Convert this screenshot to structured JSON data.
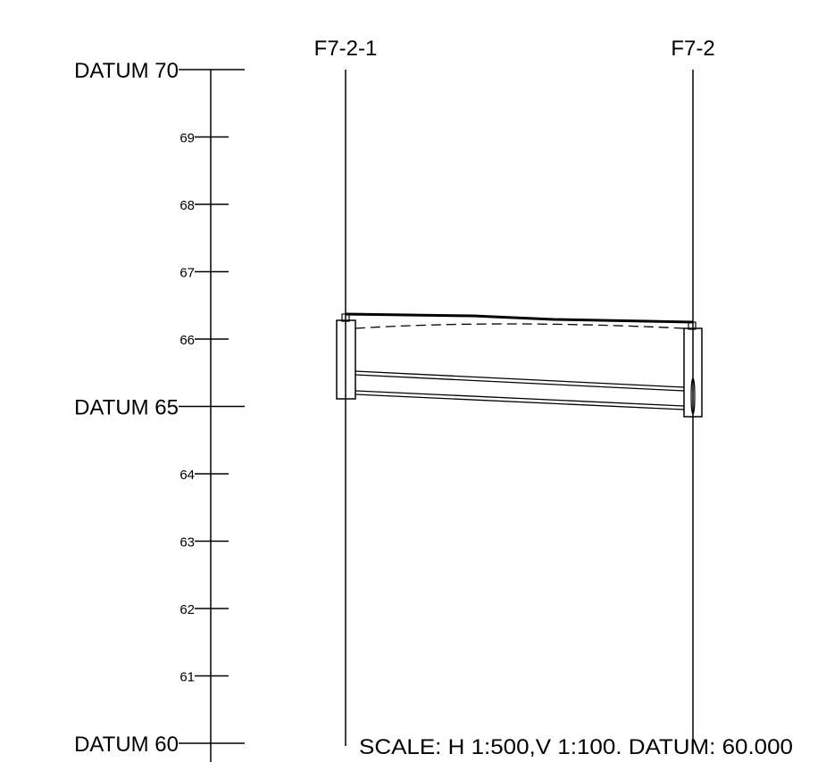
{
  "drawing": {
    "nodes": [
      {
        "label": "F7-2-1"
      },
      {
        "label": "F7-2"
      }
    ],
    "datum_levels": [
      {
        "value": 70,
        "label": "DATUM 70",
        "major": true
      },
      {
        "value": 69,
        "label": "69",
        "major": false
      },
      {
        "value": 68,
        "label": "68",
        "major": false
      },
      {
        "value": 67,
        "label": "67",
        "major": false
      },
      {
        "value": 66,
        "label": "66",
        "major": false
      },
      {
        "value": 65,
        "label": "DATUM 65",
        "major": true
      },
      {
        "value": 64,
        "label": "64",
        "major": false
      },
      {
        "value": 63,
        "label": "63",
        "major": false
      },
      {
        "value": 62,
        "label": "62",
        "major": false
      },
      {
        "value": 61,
        "label": "61",
        "major": false
      },
      {
        "value": 60,
        "label": "DATUM 60",
        "major": true
      }
    ],
    "scale_note": "SCALE: H 1:500,V 1:100. DATUM: 60.000",
    "colors": {
      "line": "#000000",
      "background": "#ffffff"
    }
  }
}
